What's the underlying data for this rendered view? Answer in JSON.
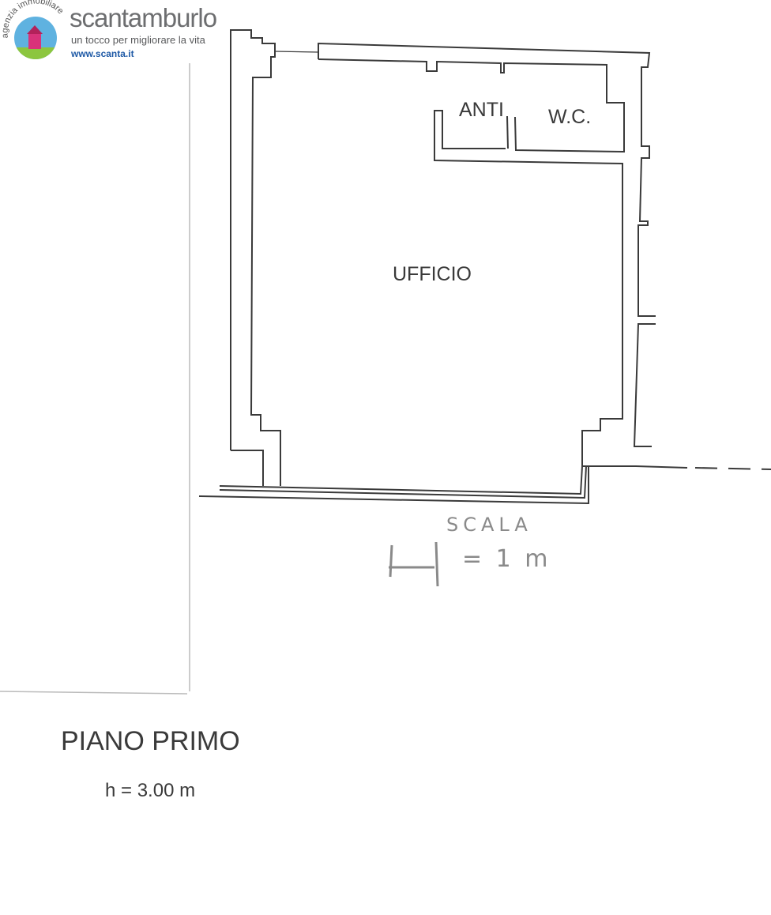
{
  "logo": {
    "arc_text": "agenzia immobiliare",
    "brand": "scantamburlo",
    "tagline": "un tocco per migliorare la vita",
    "website": "www.scanta.it",
    "colors": {
      "sky": "#5fb2e0",
      "grass": "#8cc63f",
      "house": "#d9337a",
      "text": "#6d6e70",
      "link": "#1f5aa6"
    }
  },
  "plan": {
    "rooms": {
      "office": "UFFICIO",
      "ante": "ANTI",
      "wc": "W.C."
    },
    "scale": {
      "title": "SCALA",
      "value": "= 1 m"
    },
    "floor_name": "PIANO PRIMO",
    "height": "h = 3.00 m",
    "line_color": "#3a3a3a"
  }
}
